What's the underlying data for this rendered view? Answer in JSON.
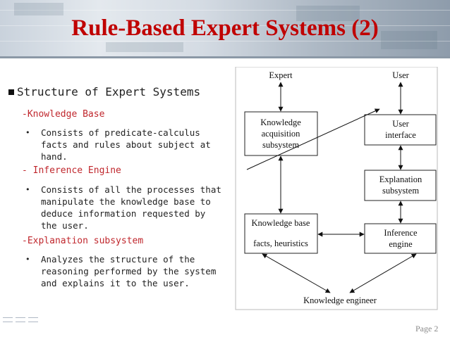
{
  "slide": {
    "title": "Rule-Based Expert Systems (2)",
    "heading": "Structure of Expert Systems",
    "sections": [
      {
        "label": "-Knowledge Base",
        "bullet_lines": [
          "Consists of predicate-calculus",
          "facts and rules about subject at",
          "hand."
        ]
      },
      {
        "label": "- Inference Engine",
        "bullet_lines": [
          "Consists of all the processes that",
          "manipulate the knowledge base to",
          "deduce information requested by",
          "the user."
        ]
      },
      {
        "label": "-Explanation subsystem",
        "bullet_lines": [
          "Analyzes the structure of the",
          "reasoning performed by the system",
          "and explains it to the user."
        ]
      }
    ],
    "page_label": "Page 2",
    "bullet_glyph": "•"
  },
  "diagram": {
    "top_left": "Expert",
    "top_right": "User",
    "knowledge_acquisition": [
      "Knowledge",
      "acquisition",
      "subsystem"
    ],
    "user_interface": [
      "User",
      "interface"
    ],
    "explanation": [
      "Explanation",
      "subsystem"
    ],
    "knowledge_base": [
      "Knowledge base",
      "facts, heuristics"
    ],
    "inference_engine": [
      "Inference",
      "engine"
    ],
    "bottom": "Knowledge engineer"
  },
  "colors": {
    "title": "#c00000",
    "subheading": "#c0272d"
  }
}
